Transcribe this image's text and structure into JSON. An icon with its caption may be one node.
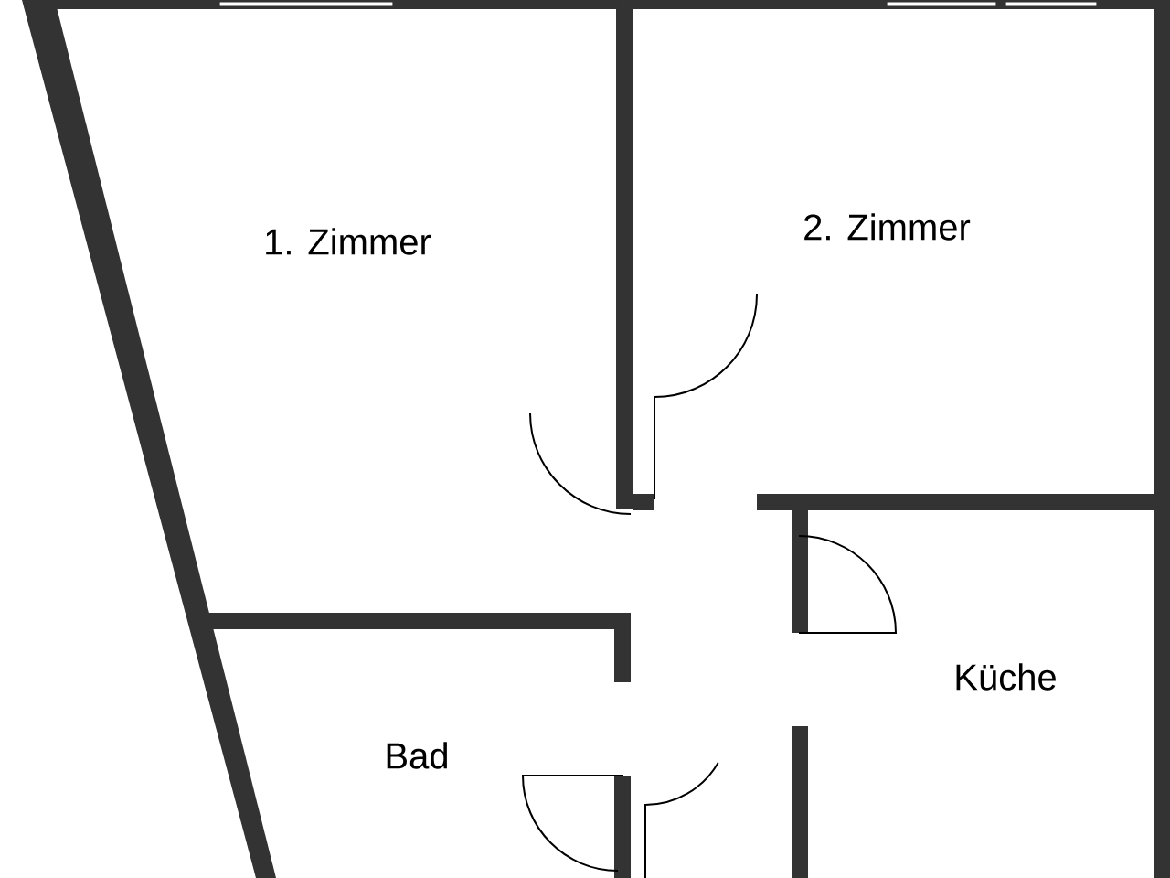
{
  "diagram": {
    "nodes": [
      {
        "text": [
          "1. Zimmer"
        ]
      },
      {
        "text": [
          "2. Zimmer"
        ]
      },
      {
        "text": [
          "Küche"
        ]
      },
      {
        "text": [
          "Bad"
        ]
      }
    ]
  }
}
